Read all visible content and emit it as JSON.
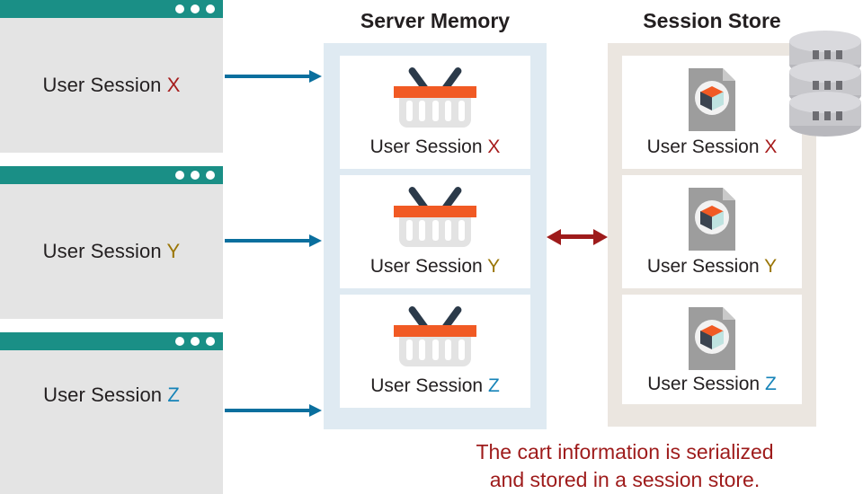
{
  "diagram": {
    "title_left": "",
    "columns": {
      "server_memory": "Server Memory",
      "session_store": "Session Store"
    },
    "caption_line1": "The cart information is serialized",
    "caption_line2": "and stored in a session store."
  },
  "browsers": [
    {
      "label_prefix": "User Session ",
      "session": "X",
      "color": "#a61c1c"
    },
    {
      "label_prefix": "User Session ",
      "session": "Y",
      "color": "#9a7505"
    },
    {
      "label_prefix": "User Session ",
      "session": "Z",
      "color": "#1583b8"
    }
  ],
  "server_memory_cards": [
    {
      "label_prefix": "User Session ",
      "session": "X",
      "icon": "shopping-basket-icon"
    },
    {
      "label_prefix": "User Session ",
      "session": "Y",
      "icon": "shopping-basket-icon"
    },
    {
      "label_prefix": "User Session ",
      "session": "Z",
      "icon": "shopping-basket-icon"
    }
  ],
  "session_store_cards": [
    {
      "label_prefix": "User Session ",
      "session": "X",
      "icon": "serialized-document-icon"
    },
    {
      "label_prefix": "User Session ",
      "session": "Y",
      "icon": "serialized-document-icon"
    },
    {
      "label_prefix": "User Session ",
      "session": "Z",
      "icon": "serialized-document-icon"
    }
  ],
  "icons": {
    "database": "database-stack-icon",
    "window_dots": "window-controls-dots",
    "arrow_request": "arrow-right-icon",
    "arrow_sync": "double-headed-arrow-icon"
  },
  "colors": {
    "browser_titlebar": "#1a8f86",
    "browser_body": "#e4e4e4",
    "server_memory_panel": "#dfeaf2",
    "session_store_panel": "#ebe6e0",
    "arrow_blue": "#0a6f9e",
    "arrow_red": "#9e1b1b",
    "accent_orange": "#f15a24",
    "caption": "#9e1b1b"
  }
}
